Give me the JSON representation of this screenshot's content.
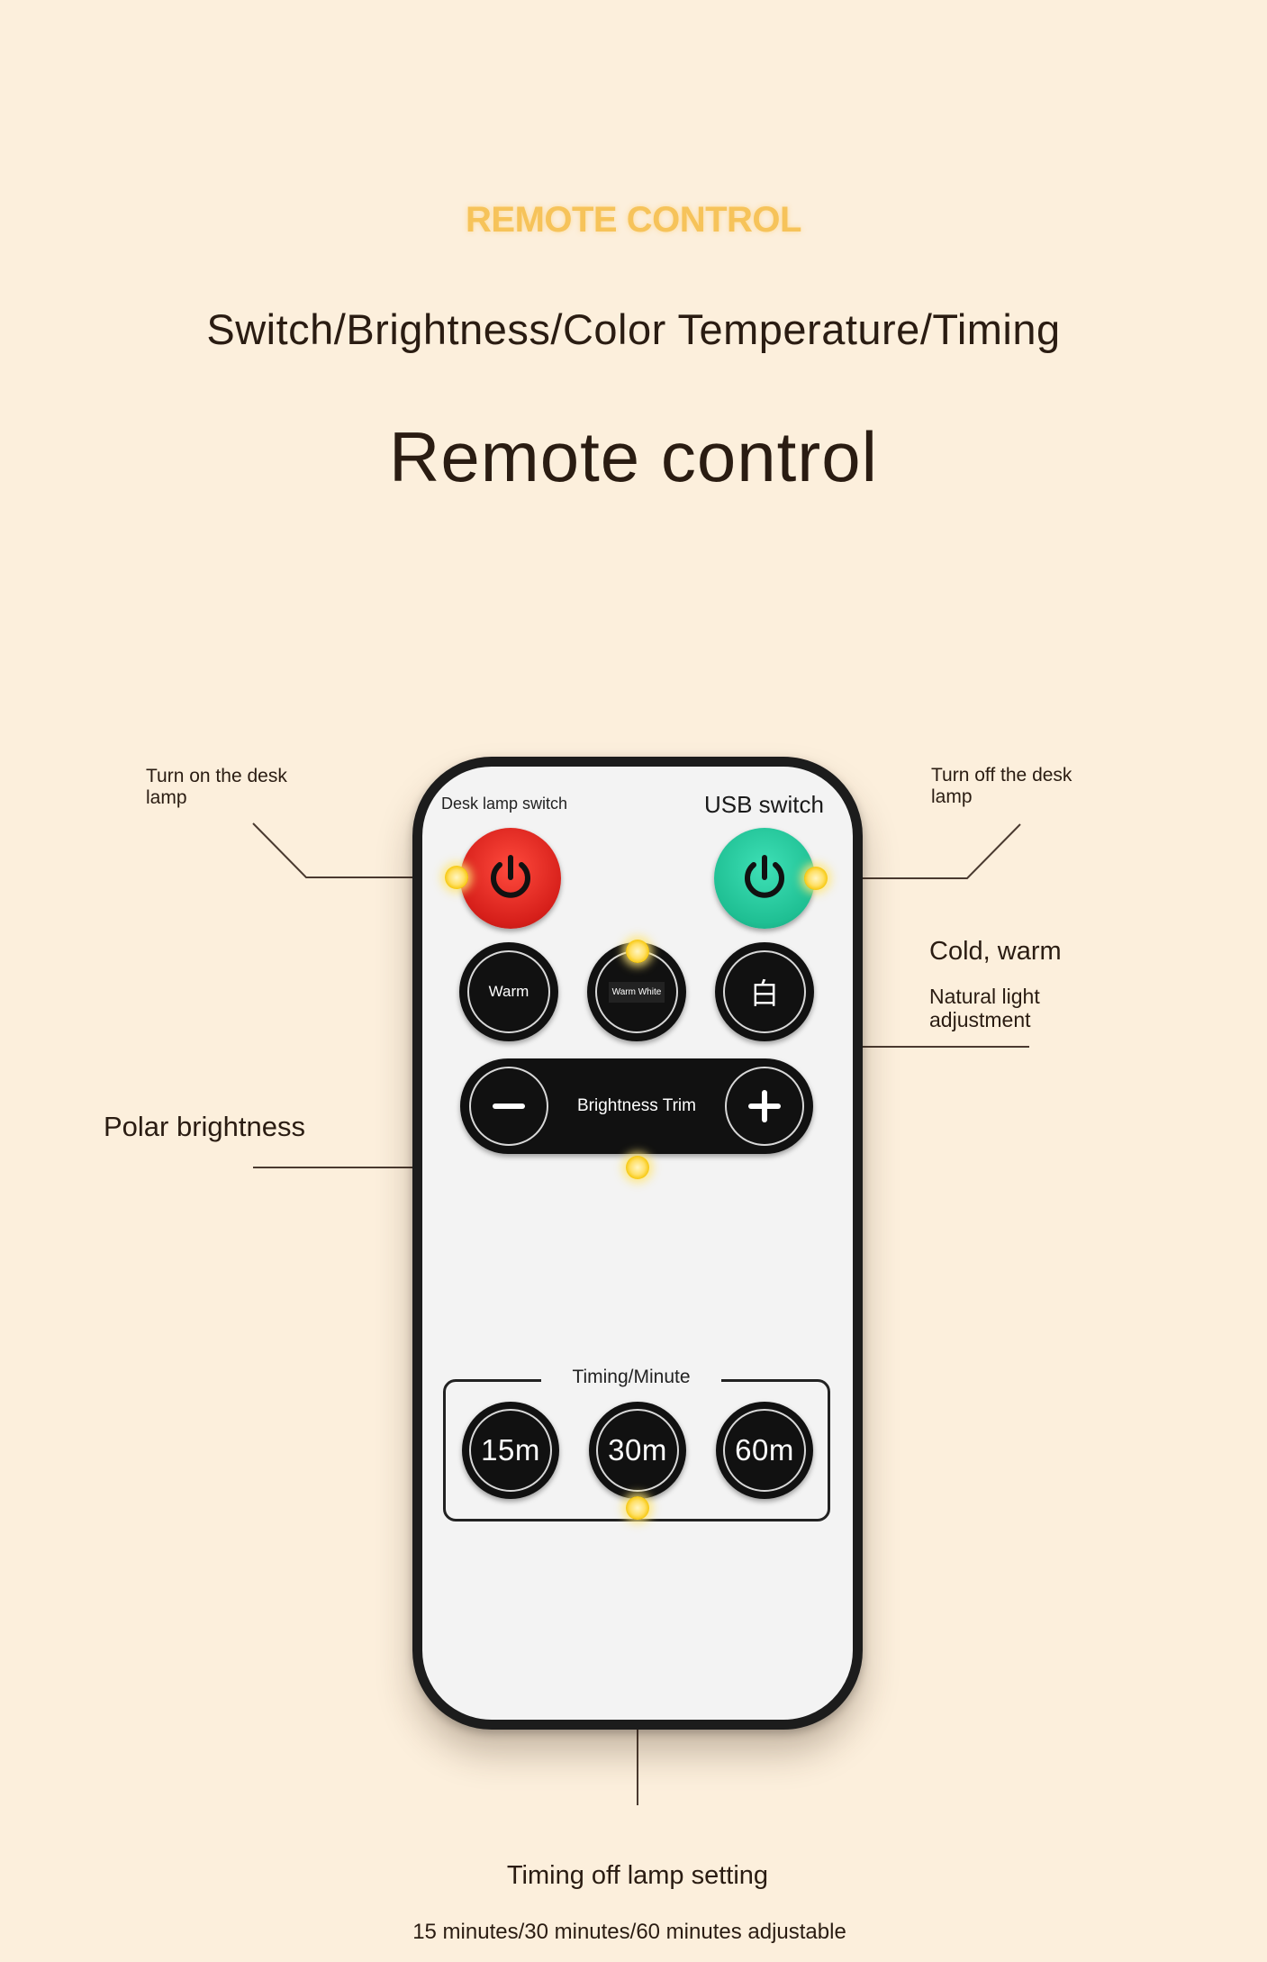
{
  "header": {
    "eyebrow": "REMOTE CONTROL",
    "features": "Switch/Brightness/Color Temperature/Timing",
    "title": "Remote control"
  },
  "remote": {
    "desk_lamp_label": "Desk lamp switch",
    "usb_label": "USB switch",
    "buttons": {
      "warm": "Warm",
      "warm_white": "Warm White",
      "white": "白"
    },
    "brightness_label": "Brightness Trim",
    "timing_label": "Timing/Minute",
    "timers": [
      "15m",
      "30m",
      "60m"
    ]
  },
  "annotations": {
    "turn_on": "Turn on the desk lamp",
    "turn_off": "Turn off the desk lamp",
    "cold_warm": "Cold, warm",
    "natural": "Natural light adjustment",
    "polar": "Polar brightness",
    "timing_off": "Timing off lamp setting",
    "adjustable": "15 minutes/30 minutes/60 minutes adjustable"
  },
  "icons": {
    "desk_power": "power-icon",
    "usb_power": "power-icon",
    "brightness_down": "minus-icon",
    "brightness_up": "plus-icon"
  },
  "colors": {
    "background": "#fcefdc",
    "eyebrow": "#f6c35a",
    "desk_power": "#e02a22",
    "usb_power": "#24c79a",
    "callout_dot": "#ffe066"
  }
}
